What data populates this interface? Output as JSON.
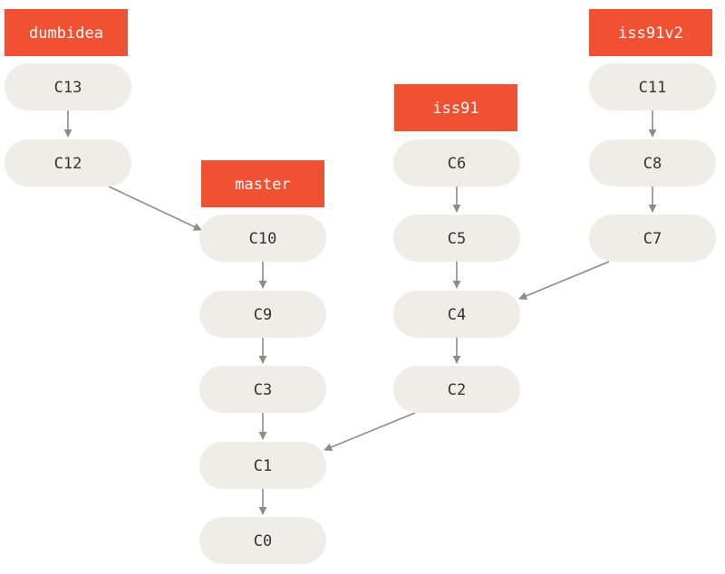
{
  "colors": {
    "commit_fill": "#eeede8",
    "branch_fill": "#f05133",
    "edge": "#8d8c86",
    "commit_text": "#333333",
    "branch_text": "#ffffff"
  },
  "commits": [
    {
      "id": "C0",
      "label": "C0"
    },
    {
      "id": "C1",
      "label": "C1"
    },
    {
      "id": "C2",
      "label": "C2"
    },
    {
      "id": "C3",
      "label": "C3"
    },
    {
      "id": "C4",
      "label": "C4"
    },
    {
      "id": "C5",
      "label": "C5"
    },
    {
      "id": "C6",
      "label": "C6"
    },
    {
      "id": "C7",
      "label": "C7"
    },
    {
      "id": "C8",
      "label": "C8"
    },
    {
      "id": "C9",
      "label": "C9"
    },
    {
      "id": "C10",
      "label": "C10"
    },
    {
      "id": "C11",
      "label": "C11"
    },
    {
      "id": "C12",
      "label": "C12"
    },
    {
      "id": "C13",
      "label": "C13"
    }
  ],
  "parents": [
    {
      "child": "C1",
      "parent": "C0"
    },
    {
      "child": "C3",
      "parent": "C1"
    },
    {
      "child": "C9",
      "parent": "C3"
    },
    {
      "child": "C10",
      "parent": "C9"
    },
    {
      "child": "C2",
      "parent": "C1"
    },
    {
      "child": "C4",
      "parent": "C2"
    },
    {
      "child": "C5",
      "parent": "C4"
    },
    {
      "child": "C6",
      "parent": "C5"
    },
    {
      "child": "C7",
      "parent": "C4"
    },
    {
      "child": "C8",
      "parent": "C7"
    },
    {
      "child": "C11",
      "parent": "C8"
    },
    {
      "child": "C12",
      "parent": "C10"
    },
    {
      "child": "C13",
      "parent": "C12"
    }
  ],
  "branches": [
    {
      "name": "dumbidea",
      "points_to": "C13"
    },
    {
      "name": "master",
      "points_to": "C10"
    },
    {
      "name": "iss91",
      "points_to": "C6"
    },
    {
      "name": "iss91v2",
      "points_to": "C11"
    }
  ]
}
